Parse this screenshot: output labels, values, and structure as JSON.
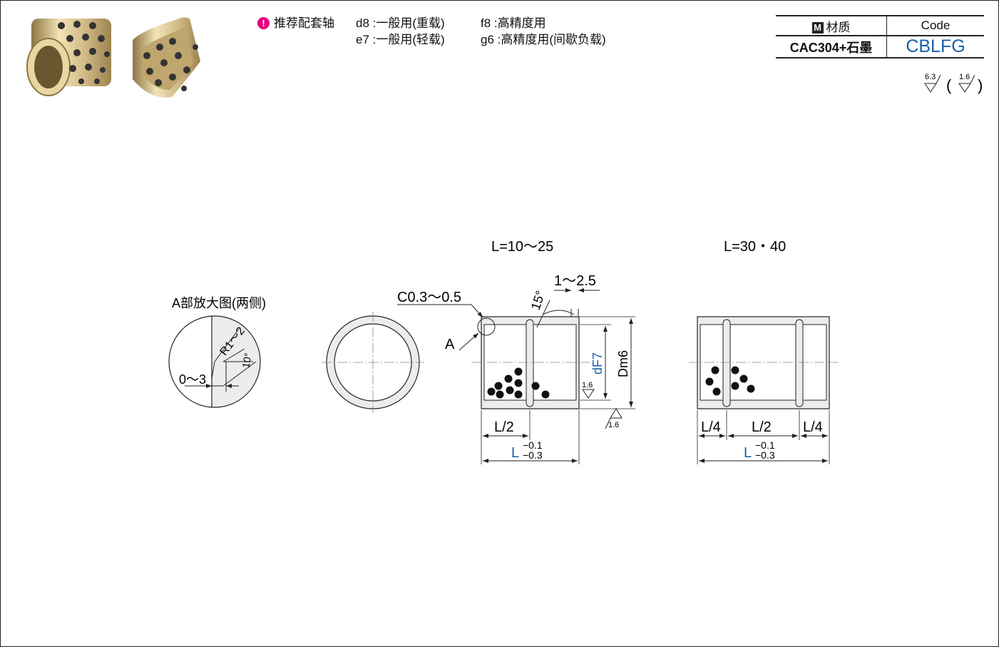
{
  "recommend": {
    "title": "推荐配套轴",
    "row1": {
      "c1": "d8 :一般用(重载)",
      "c2": "f8 :高精度用"
    },
    "row2": {
      "c1": "e7 :一般用(轻载)",
      "c2": "g6 :高精度用(间歇负载)"
    },
    "icon": "warning-icon"
  },
  "material": {
    "header_mat": "材质",
    "header_code": "Code",
    "mat_value": "CAC304+石墨",
    "code_value": "CBLFG",
    "m_badge": "M"
  },
  "roughness": {
    "main": "6.3",
    "secondary": "1.6"
  },
  "drawing": {
    "label_short": "L=10～25",
    "label_long": "L=30・40",
    "detail_title": "A部放大图(两侧)",
    "detail_radius": "R1～2",
    "detail_angle": "10°",
    "detail_dim": "0～3",
    "chamfer": "C0.3～0.5",
    "detail_ref": "A",
    "groove": "1～2.5",
    "groove_angle": "15°",
    "inner_dia": "dF7",
    "outer_dia": "Dm6",
    "finish_inner": "1.6",
    "finish_outer": "1.6",
    "half_len": "L/2",
    "quarter_len": "L/4",
    "len": "L",
    "tol_upper": "−0.1",
    "tol_lower": "−0.3"
  },
  "colors": {
    "accent": "#1560a8",
    "warn": "#e6007e",
    "bronze": "#c8b27a"
  }
}
